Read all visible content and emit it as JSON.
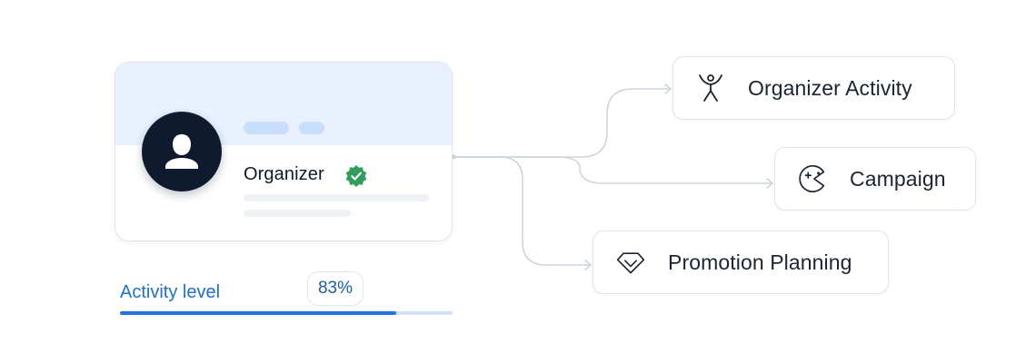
{
  "profile": {
    "name": "Organizer",
    "verified": true
  },
  "activity": {
    "label": "Activity level",
    "value_text": "83%",
    "value": 0.83
  },
  "nodes": [
    {
      "label": "Organizer Activity",
      "icon": "person-arms-up-icon"
    },
    {
      "label": "Campaign",
      "icon": "pacman-plus-icon"
    },
    {
      "label": "Promotion Planning",
      "icon": "diamond-icon"
    }
  ],
  "colors": {
    "accent": "#2374e1",
    "accent_light": "#cfe0f8",
    "header_bg": "#e8f1fd",
    "badge_green": "#2f9e5b",
    "avatar_bg": "#0e1a2e",
    "connector": "#cdd4de"
  }
}
